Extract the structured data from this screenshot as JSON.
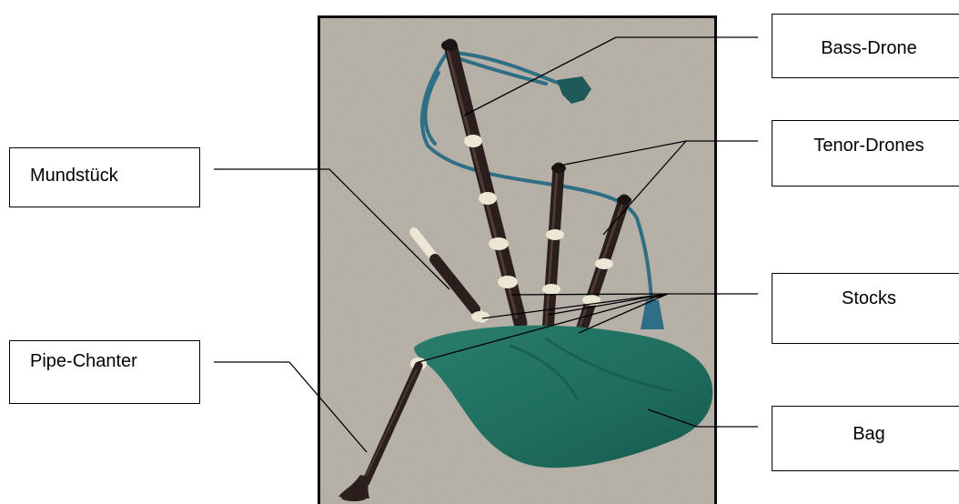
{
  "labels": {
    "bass_drone": "Bass-Drone",
    "tenor_drones": "Tenor-Drones",
    "mundstueck": "Mundstück",
    "stocks": "Stocks",
    "pipe_chanter": "Pipe-Chanter",
    "bag": "Bag"
  },
  "colors": {
    "photo_background": "#bdb7ae",
    "photo_frame": "#0c0c0c",
    "drone_wood": "#2a1f1d",
    "ivory_ferrule": "#ece6d4",
    "bag_green": "#1f6e5f",
    "cord_blue": "#2f6f86",
    "leader_line": "#000000"
  }
}
